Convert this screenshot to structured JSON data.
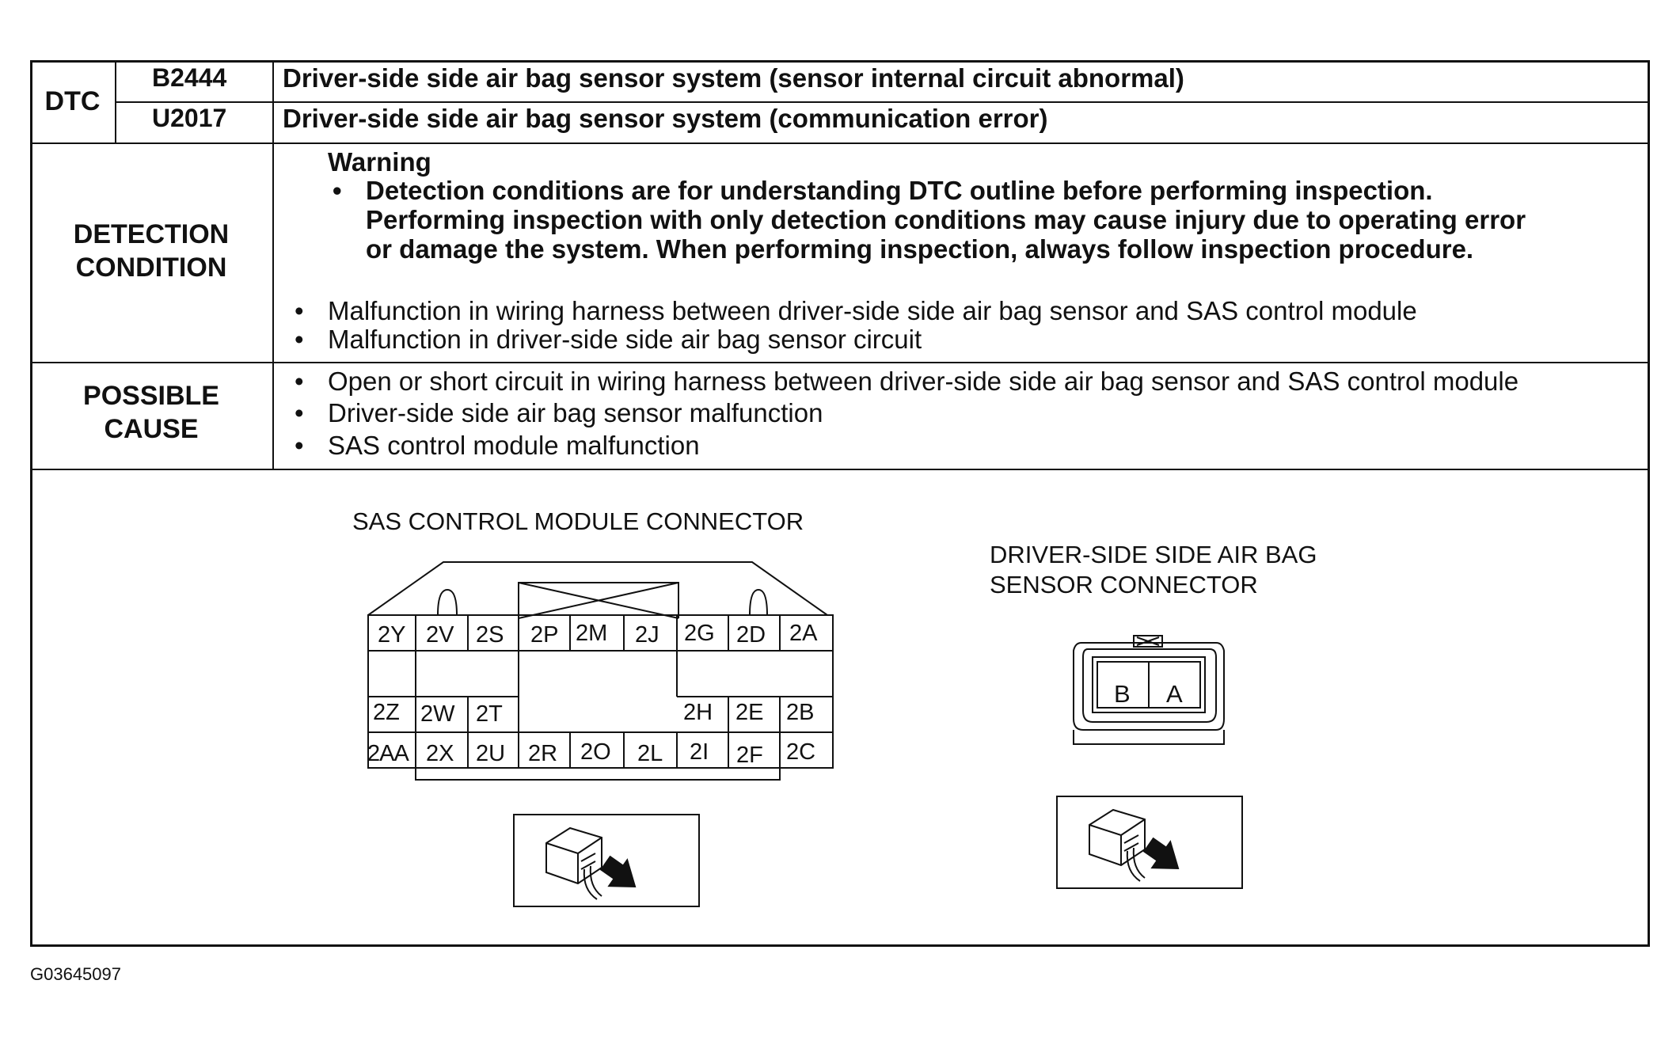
{
  "dtc": {
    "label": "DTC",
    "rows": [
      {
        "code": "B2444",
        "description": "Driver-side side air bag sensor system (sensor internal circuit abnormal)"
      },
      {
        "code": "U2017",
        "description": "Driver-side side air bag sensor system (communication error)"
      }
    ]
  },
  "detection": {
    "label_line1": "DETECTION",
    "label_line2": "CONDITION",
    "warning_title": "Warning",
    "warning_lines": [
      "Detection conditions are for understanding DTC outline before performing inspection.",
      "Performing inspection with only detection conditions may cause injury due to operating error",
      "or damage the system. When performing inspection, always follow inspection procedure."
    ],
    "items": [
      "Malfunction in wiring harness between driver-side side air bag sensor and SAS control module",
      "Malfunction in driver-side side air bag sensor circuit"
    ]
  },
  "possible_cause": {
    "label_line1": "POSSIBLE",
    "label_line2": "CAUSE",
    "items": [
      "Open or short circuit in wiring harness between driver-side side air bag sensor and SAS control module",
      "Driver-side side air bag sensor malfunction",
      "SAS control module malfunction"
    ]
  },
  "sas_connector": {
    "title": "SAS CONTROL MODULE CONNECTOR",
    "top_pins": [
      "2Y",
      "2V",
      "2S",
      "2P",
      "2M",
      "2J",
      "2G",
      "2D",
      "2A"
    ],
    "mid_pins_left": [
      "2Z",
      "2W",
      "2T"
    ],
    "mid_pins_right": [
      "2H",
      "2E",
      "2B"
    ],
    "bottom_pins": [
      "2AA",
      "2X",
      "2U",
      "2R",
      "2O",
      "2L",
      "2I",
      "2F",
      "2C"
    ]
  },
  "sensor_connector": {
    "title_line1": "DRIVER-SIDE SIDE AIR BAG",
    "title_line2": "SENSOR CONNECTOR",
    "pins": [
      "B",
      "A"
    ]
  },
  "figure_id": "G03645097"
}
